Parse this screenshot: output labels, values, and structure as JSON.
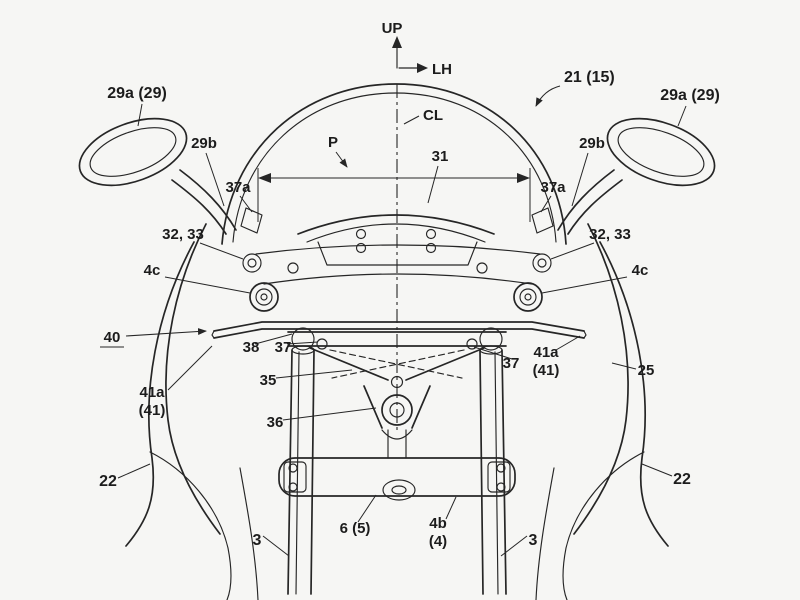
{
  "figure": {
    "type": "patent-line-drawing",
    "subject": "motorcycle front cowl, windscreen and mirror mounting structure (front view)",
    "ink_color": "#262626",
    "background_color": "#f6f6f4"
  },
  "labels": {
    "up": "UP",
    "lh": "LH",
    "cl": "CL",
    "windscreen": "21 (15)",
    "mirror_left": "29a (29)",
    "mirror_right": "29a (29)",
    "mirror_stay_left": "29b",
    "mirror_stay_right": "29b",
    "span": "P",
    "meter_visor": "31",
    "hook_left": "37a",
    "hook_right": "37a",
    "bracket_left": "32, 33",
    "bracket_right": "32, 33",
    "pivot_left": "4c",
    "pivot_right": "4c",
    "stay_bar": "40",
    "joint": "38",
    "arm_left": "37",
    "arm_right": "37",
    "truss": "35",
    "center_bracket": "36",
    "stay_end_left_top": "41a",
    "stay_end_left_bottom": "(41)",
    "stay_end_right_top": "41a",
    "stay_end_right_bottom": "(41)",
    "inner_cowl_right": "25",
    "side_cowl_left": "22",
    "side_cowl_right": "22",
    "fork_left": "3",
    "fork_right": "3",
    "steering_stem": "6 (5)",
    "bottom_bridge_top": "4b",
    "bottom_bridge_bottom": "(4)"
  }
}
